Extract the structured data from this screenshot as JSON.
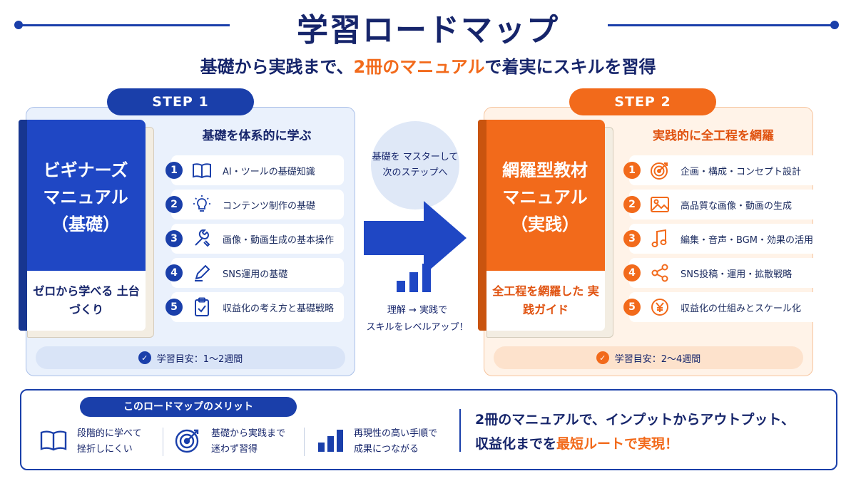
{
  "header": {
    "title": "学習ロードマップ",
    "subtitle_pre": "基礎から実践まで、",
    "subtitle_hl": "2冊のマニュアル",
    "subtitle_post": "で着実にスキルを習得"
  },
  "step1": {
    "label": "STEP 1",
    "book_title_lines": [
      "ビギナーズ",
      "マニュアル",
      "（基礎）"
    ],
    "book_band": "ゼロから学べる 土台づくり",
    "list_heading": "基礎を体系的に学ぶ",
    "items": [
      {
        "num": "1",
        "icon": "book-icon",
        "text": "AI・ツールの基礎知識"
      },
      {
        "num": "2",
        "icon": "lightbulb-icon",
        "text": "コンテンツ制作の基礎"
      },
      {
        "num": "3",
        "icon": "wrench-icon",
        "text": "画像・動画生成の基本操作"
      },
      {
        "num": "4",
        "icon": "pencil-icon",
        "text": "SNS運用の基礎"
      },
      {
        "num": "5",
        "icon": "clipboard-check-icon",
        "text": "収益化の考え方と基礎戦略"
      }
    ],
    "duration": "学習目安：1〜2週間",
    "color": "#1a3faa"
  },
  "step2": {
    "label": "STEP 2",
    "book_title_lines": [
      "網羅型教材",
      "マニュアル",
      "（実践）"
    ],
    "book_band": "全工程を網羅した 実践ガイド",
    "list_heading": "実践的に全工程を網羅",
    "items": [
      {
        "num": "1",
        "icon": "target-icon",
        "text": "企画・構成・コンセプト設計"
      },
      {
        "num": "2",
        "icon": "image-icon",
        "text": "高品質な画像・動画の生成"
      },
      {
        "num": "3",
        "icon": "music-note-icon",
        "text": "編集・音声・BGM・効果の活用"
      },
      {
        "num": "4",
        "icon": "share-icon",
        "text": "SNS投稿・運用・拡散戦略"
      },
      {
        "num": "5",
        "icon": "yen-coin-icon",
        "text": "収益化の仕組みとスケール化"
      }
    ],
    "duration": "学習目安：2〜4週間",
    "color": "#f26a1b"
  },
  "middle": {
    "circle_text": "基礎を マスターして 次のステップへ",
    "caption_line1": "理解 → 実践で",
    "caption_line2": "スキルをレベルアップ！"
  },
  "merits": {
    "heading": "このロードマップのメリット",
    "items": [
      {
        "icon": "book-icon",
        "line1": "段階的に学べて",
        "line2": "挫折しにくい"
      },
      {
        "icon": "target-icon",
        "line1": "基礎から実践まで",
        "line2": "迷わず習得"
      },
      {
        "icon": "bar-chart-icon",
        "line1": "再現性の高い手順で",
        "line2": "成果につながる"
      }
    ],
    "closing_line1": "2冊のマニュアルで、インプットからアウトプット、",
    "closing_line2_pre": "収益化までを",
    "closing_line2_hl": "最短ルートで実現！"
  }
}
